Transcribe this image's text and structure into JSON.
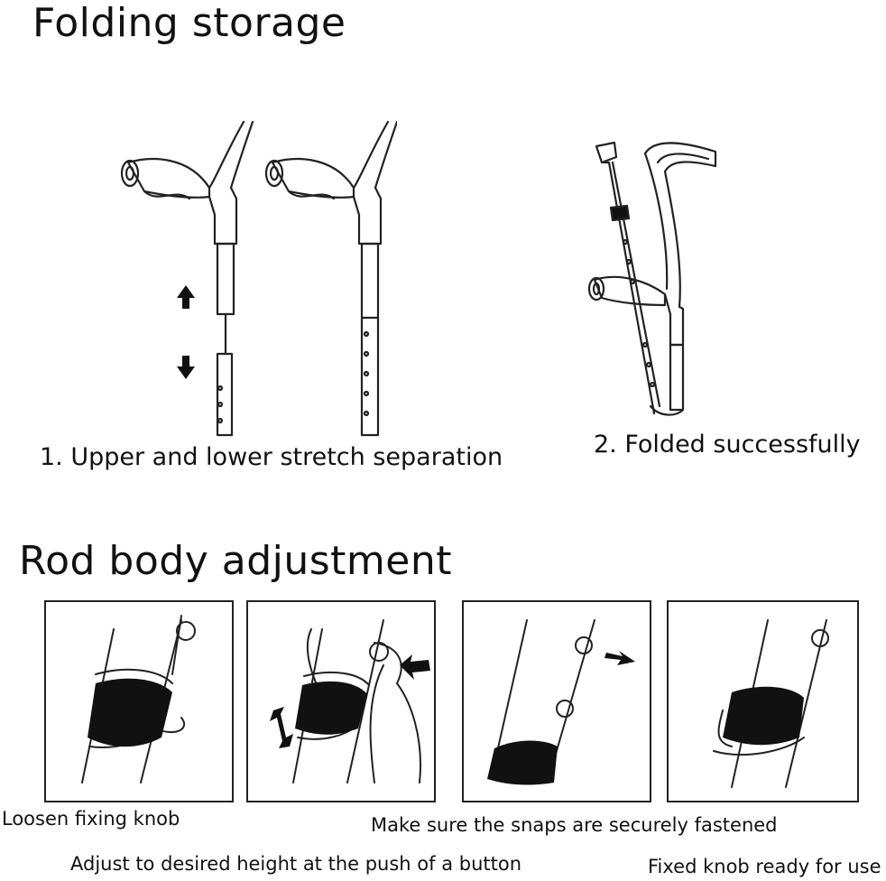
{
  "sections": {
    "folding": {
      "title": "Folding storage",
      "step1": "1. Upper and lower stretch separation",
      "step2": "2. Folded successfully"
    },
    "rod": {
      "title": "Rod body adjustment",
      "captions": {
        "loosen": "Loosen fixing knob",
        "snaps": "Make sure the snaps are securely fastened",
        "adjust": "Adjust to desired height at the push of a button",
        "fixed": "Fixed knob ready for use"
      }
    }
  }
}
